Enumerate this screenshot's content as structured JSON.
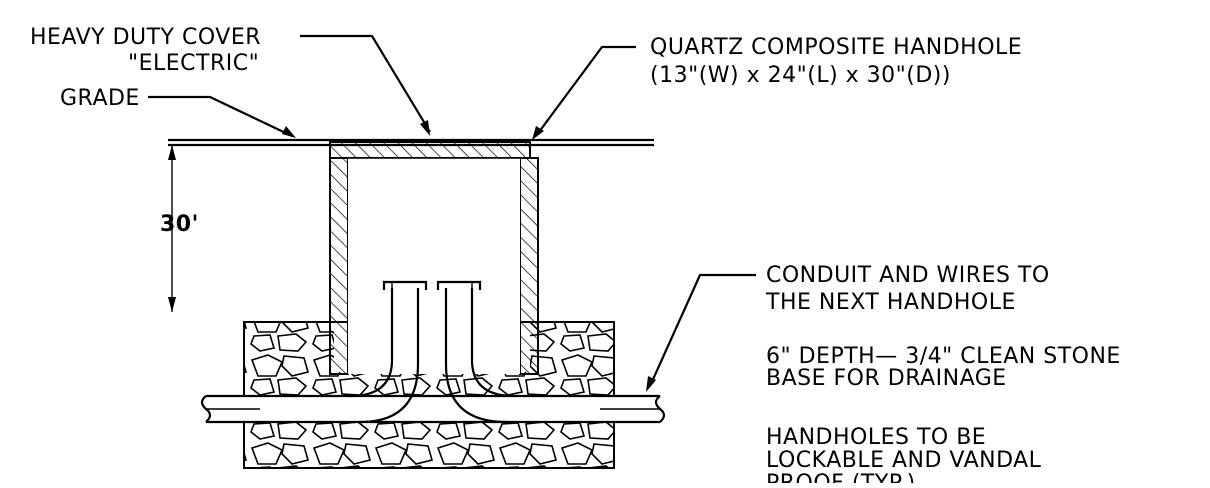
{
  "labels": {
    "cover_line1": "HEAVY DUTY COVER",
    "cover_line2": "\"ELECTRIC\"",
    "grade": "GRADE",
    "handhole_line1": "QUARTZ COMPOSITE HANDHOLE",
    "handhole_line2": "(13\"(W) x 24\"(L) x 30\"(D))",
    "depth": "30'",
    "conduit_line1": "CONDUIT AND WIRES TO",
    "conduit_line2": "THE NEXT HANDHOLE",
    "stone_line1": "6\" DEPTH— 3/4\" CLEAN STONE",
    "stone_line2": "BASE FOR DRAINAGE",
    "lock_line1": "HANDHOLES TO BE",
    "lock_line2": "LOCKABLE AND VANDAL",
    "lock_line3": "PROOF (TYP.)"
  }
}
